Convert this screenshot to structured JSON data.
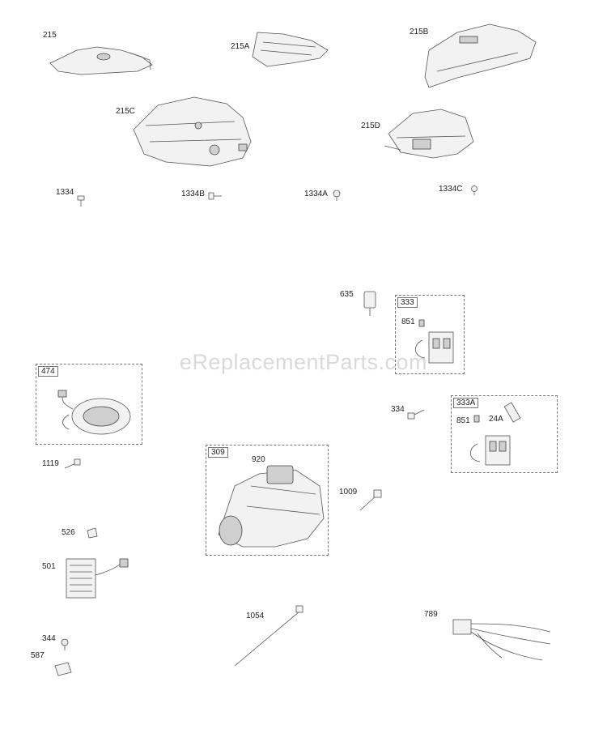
{
  "watermark": "eReplacementParts.com",
  "labels": {
    "l215": "215",
    "l215A": "215A",
    "l215B": "215B",
    "l215C": "215C",
    "l215D": "215D",
    "l1334": "1334",
    "l1334B": "1334B",
    "l1334A": "1334A",
    "l1334C": "1334C",
    "l635": "635",
    "l851a": "851",
    "l334": "334",
    "l851b": "851",
    "l24A": "24A",
    "l1119": "1119",
    "l920": "920",
    "l1009": "1009",
    "l526": "526",
    "l501": "501",
    "l1054": "1054",
    "l789": "789",
    "l344": "344",
    "l587": "587"
  },
  "boxes": {
    "b333": "333",
    "b474": "474",
    "b333A": "333A",
    "b309": "309"
  },
  "colors": {
    "outline": "#555555",
    "fill": "#f2f2f2",
    "watermark": "#787878"
  }
}
